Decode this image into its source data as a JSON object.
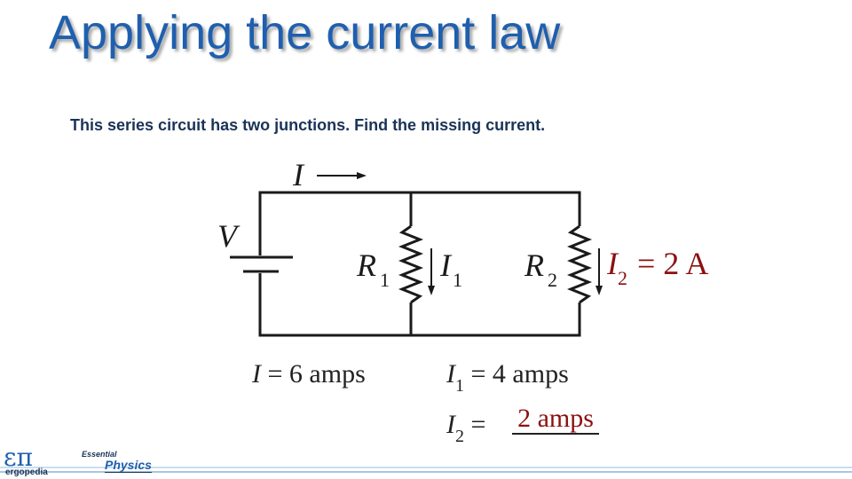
{
  "slide": {
    "title": "Applying the current law",
    "subtitle": "This series circuit has two junctions.  Find the missing current."
  },
  "circuit": {
    "source_current_label": "I",
    "battery_label": "V",
    "r1_label": "R",
    "r1_sub": "1",
    "i1_label": "I",
    "i1_sub": "1",
    "r2_label": "R",
    "r2_sub": "2",
    "i2_label": "I",
    "i2_sub": "2",
    "i2_value_text": "= 2 A",
    "colors": {
      "wire": "#1a1a1a",
      "highlight": "#8b1010",
      "title": "#1f5fae"
    }
  },
  "equations": {
    "eq1_var": "I",
    "eq1_rest": "= 6  amps",
    "eq2_var": "I",
    "eq2_sub": "1",
    "eq2_rest": "= 4  amps",
    "eq3_var": "I",
    "eq3_sub": "2",
    "eq3_rest": "=",
    "answer": "2 amps"
  },
  "footer": {
    "logo_symbol": "επ",
    "logo_name": "ergopedia",
    "brand_top": "Essential",
    "brand_main": "Physics"
  }
}
